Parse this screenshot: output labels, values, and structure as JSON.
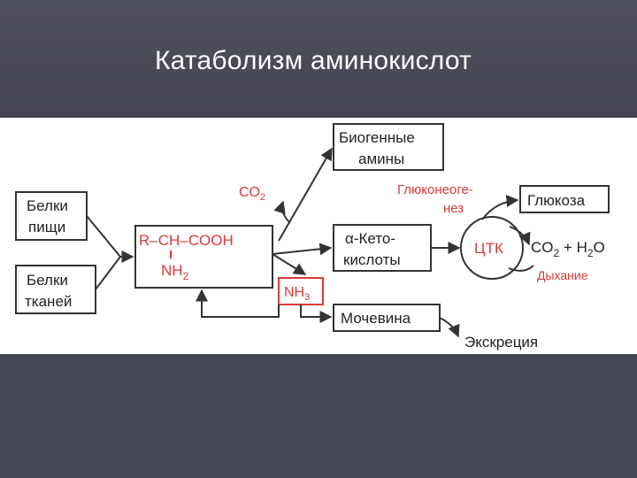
{
  "slide": {
    "title": "Катаболизм аминокислот"
  },
  "diagram": {
    "food_proteins": [
      "Белки",
      "пищи"
    ],
    "tissue_proteins": [
      "Белки",
      "тканей"
    ],
    "amino_acid": {
      "line1": "R–CH–COOH",
      "line2": "NH",
      "line2_sub": "2"
    },
    "co2_left": {
      "main": "CO",
      "sub": "2"
    },
    "biogenic_amines": [
      "Биогенные",
      "амины"
    ],
    "keto_acids": [
      "α-Кето-",
      "кислоты"
    ],
    "nh3": {
      "main": "NH",
      "sub": "3"
    },
    "urea": "Мочевина",
    "excretion": "Экскреция",
    "gluconeogenesis": [
      "Глюконеоге-",
      "нез"
    ],
    "glucose": "Глюкоза",
    "tca": "ЦТК",
    "products": {
      "co2": "CO",
      "co2_sub": "2",
      "plus": " + ",
      "h2o": "H",
      "h2o_sub": "2",
      "h2o_end": "O"
    },
    "respiration": "Дыхание"
  }
}
